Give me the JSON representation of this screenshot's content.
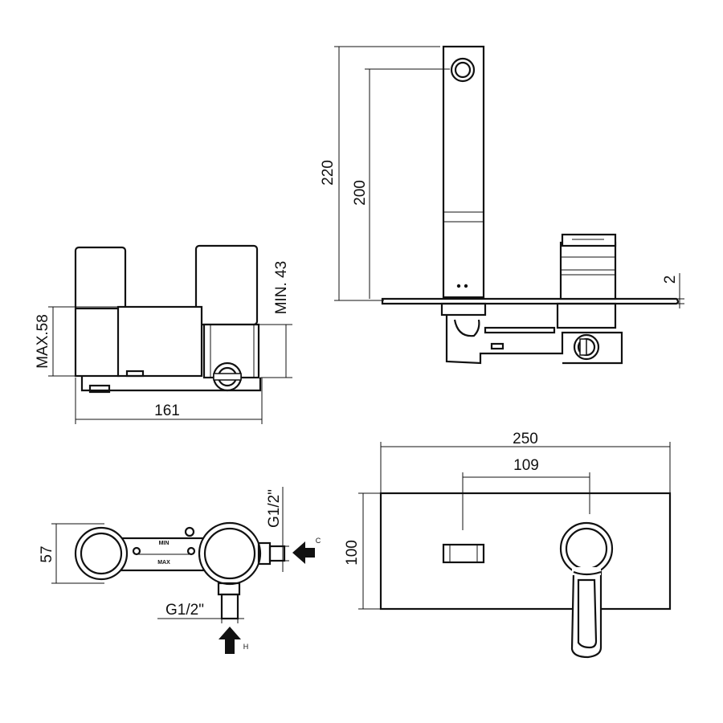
{
  "dimensions": {
    "side": {
      "height_max": "MAX.58",
      "height_min": "MIN. 43",
      "depth": "161"
    },
    "front": {
      "height_total": "220",
      "spout_height": "200",
      "plate_thickness": "2"
    },
    "top": {
      "depth": "57",
      "cold_thread": "G1/2\"",
      "hot_thread": "G1/2\"",
      "min_label": "MIN",
      "max_label": "MAX",
      "cold_label": "C",
      "hot_label": "H"
    },
    "plate": {
      "width": "250",
      "centers": "109",
      "height": "100"
    }
  }
}
